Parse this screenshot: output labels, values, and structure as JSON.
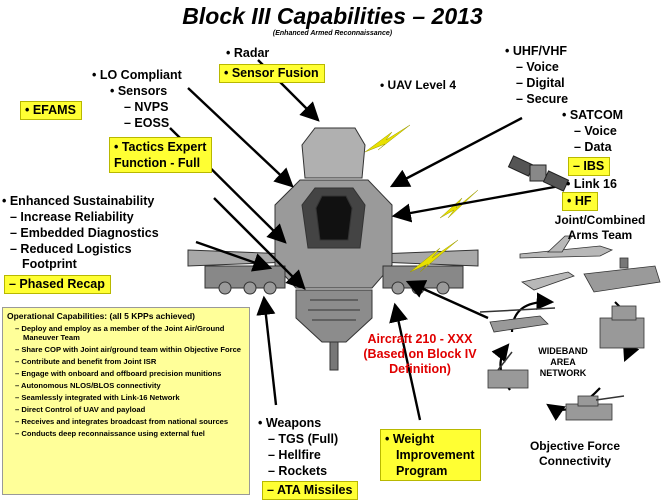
{
  "title": "Block III Capabilities – 2013",
  "subtitle": "(Enhanced Armed Reconnaissance)",
  "radar": {
    "label": "• Radar",
    "highlight": "• Sensor Fusion"
  },
  "lo": {
    "label": "• LO Compliant",
    "sensors": "• Sensors",
    "nvps": "– NVPS",
    "eoss": "– EOSS"
  },
  "efams": "• EFAMS",
  "tactics": {
    "line1": "• Tactics Expert",
    "line2": "Function -  Full"
  },
  "uav": "• UAV Level 4",
  "comms": {
    "uhf": "• UHF/VHF",
    "voice": "– Voice",
    "digital": "– Digital",
    "secure": "– Secure"
  },
  "satcom": {
    "label": "• SATCOM",
    "voice": "– Voice",
    "data": "– Data",
    "ibs": "– IBS",
    "link16": "• Link 16",
    "hf": "• HF"
  },
  "joint": {
    "line1": "Joint/Combined",
    "line2": "Arms Team"
  },
  "sustain": {
    "label": "• Enhanced Sustainability",
    "reliability": "– Increase Reliability",
    "diagnostics": "– Embedded Diagnostics",
    "logistics": "– Reduced Logistics",
    "footprint": "Footprint",
    "recap": "– Phased Recap"
  },
  "ops": {
    "title": "Operational Capabilities: (all 5 KPPs achieved)",
    "items": [
      "– Deploy and employ as a member of the Joint Air/Ground Maneuver Team",
      "– Share COP with Joint air/ground team within Objective Force",
      "– Contribute and benefit from Joint ISR",
      "– Engage with onboard and offboard precision munitions",
      "– Autonomous NLOS/BLOS connectivity",
      "– Seamlessly integrated with Link-16 Network",
      "– Direct Control of UAV and payload",
      "– Receives and integrates broadcast from national sources",
      "– Conducts deep reconnaissance using external fuel"
    ]
  },
  "aircraft": {
    "line1": "Aircraft 210 - XXX",
    "line2": "(Based on Block IV",
    "line3": "Definition)"
  },
  "wideband": {
    "line1": "WIDEBAND",
    "line2": "AREA",
    "line3": "NETWORK"
  },
  "objective": {
    "line1": "Objective Force",
    "line2": "Connectivity"
  },
  "weapons": {
    "label": "• Weapons",
    "tgs": "– TGS (Full)",
    "hellfire": "– Hellfire",
    "rockets": "– Rockets",
    "ata": "– ATA Missiles"
  },
  "weight": {
    "line1": "• Weight",
    "line2": "Improvement",
    "line3": "Program"
  },
  "colors": {
    "highlight": "#ffff33",
    "ops_box": "#ffff99",
    "aircraft_text": "#e00000",
    "lightning": "#e8e000"
  }
}
